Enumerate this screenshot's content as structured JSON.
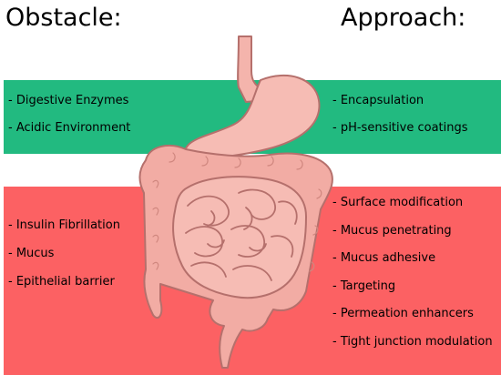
{
  "headings": {
    "obstacle": "Obstacle:",
    "approach": "Approach:"
  },
  "upper": {
    "obstacles": [
      "- Digestive Enzymes",
      "- Acidic Environment"
    ],
    "approaches": [
      "- Encapsulation",
      "- pH-sensitive coatings"
    ]
  },
  "lower": {
    "obstacles": [
      "- Insulin Fibrillation",
      "- Mucus",
      "- Epithelial barrier"
    ],
    "approaches": [
      "- Surface modification",
      "- Mucus penetrating",
      "- Mucus adhesive",
      "- Targeting",
      "- Permeation enhancers",
      "- Tight junction modulation"
    ]
  },
  "colors": {
    "upper_band": "#22ba80",
    "lower_band": "#fc6163",
    "organ_fill": "#f4b4ac",
    "organ_outline": "#b5706c"
  },
  "icons": [
    "stomach-icon",
    "large-intestine-icon",
    "small-intestine-icon"
  ]
}
